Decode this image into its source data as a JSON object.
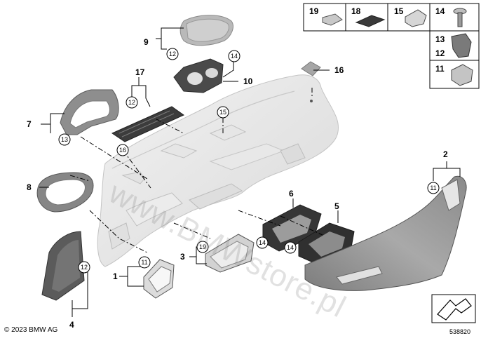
{
  "copyright": "© 2023 BMW AG",
  "diagram_id": "538820",
  "watermark": "www.BMWstore.pl",
  "callouts": {
    "p1": "1",
    "p2": "2",
    "p3": "3",
    "p4": "4",
    "p5": "5",
    "p6": "6",
    "p7": "7",
    "p8": "8",
    "p9": "9",
    "p10": "10",
    "p11": "11",
    "p12": "12",
    "p13": "13",
    "p14": "14",
    "p15": "15",
    "p16": "16",
    "p17": "17",
    "p18": "18",
    "p19": "19"
  },
  "legend": {
    "c19": "19",
    "c18": "18",
    "c15": "15",
    "c14": "14",
    "c13": "13",
    "c12": "12",
    "c11": "11"
  }
}
